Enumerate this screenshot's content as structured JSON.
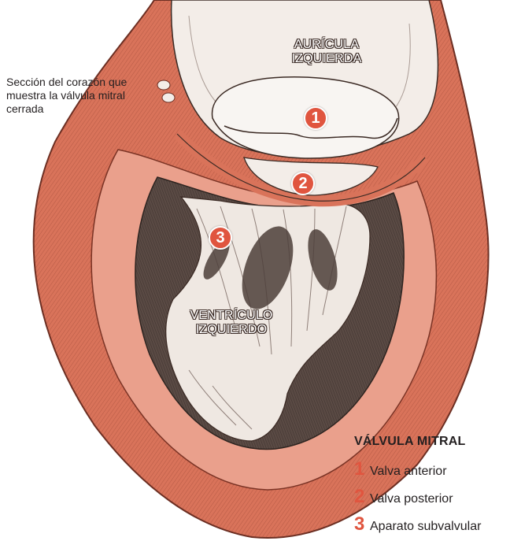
{
  "caption": "Sección del corazón que muestra la válvula mitral cerrada",
  "regions": {
    "atrium_line1": "AURÍCULA",
    "atrium_line2": "IZQUIERDA",
    "ventricle_line1": "VENTRÍCULO",
    "ventricle_line2": "IZQUIERDO"
  },
  "markers": [
    "1",
    "2",
    "3"
  ],
  "legend": {
    "title": "VÁLVULA MITRAL",
    "items": [
      {
        "number": "1",
        "label": "Valva anterior"
      },
      {
        "number": "2",
        "label": "Valva posterior"
      },
      {
        "number": "3",
        "label": "Aparato subvalvular"
      }
    ]
  },
  "colors": {
    "muscle": "#d9735a",
    "muscle_dark": "#b9533f",
    "muscle_light": "#eaa08c",
    "cavity": "#5a4a44",
    "tissue": "#efe8e2",
    "accent": "#e0553f",
    "text": "#231f20"
  }
}
